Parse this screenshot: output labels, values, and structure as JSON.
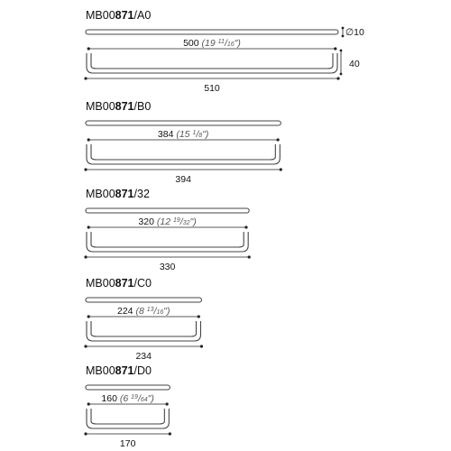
{
  "diagram": {
    "models": [
      {
        "code_prefix": "MB00",
        "code_bold": "871",
        "code_suffix": "/A0",
        "hole_mm": "500",
        "hole_in_whole": "19",
        "hole_in_num": "11",
        "hole_in_den": "16",
        "length_mm": "510",
        "length": 510,
        "side_labels": {
          "diameter": "∅10",
          "height": "40"
        }
      },
      {
        "code_prefix": "MB00",
        "code_bold": "871",
        "code_suffix": "/B0",
        "hole_mm": "384",
        "hole_in_whole": "15",
        "hole_in_num": "1",
        "hole_in_den": "8",
        "length_mm": "394",
        "length": 394
      },
      {
        "code_prefix": "MB00",
        "code_bold": "871",
        "code_suffix": "/32",
        "hole_mm": "320",
        "hole_in_whole": "12",
        "hole_in_num": "19",
        "hole_in_den": "32",
        "length_mm": "330",
        "length": 330
      },
      {
        "code_prefix": "MB00",
        "code_bold": "871",
        "code_suffix": "/C0",
        "hole_mm": "224",
        "hole_in_whole": "8",
        "hole_in_num": "13",
        "hole_in_den": "16",
        "length_mm": "234",
        "length": 234
      },
      {
        "code_prefix": "MB00",
        "code_bold": "871",
        "code_suffix": "/D0",
        "hole_mm": "160",
        "hole_in_whole": "6",
        "hole_in_num": "19",
        "hole_in_den": "64",
        "length_mm": "170",
        "length": 170
      }
    ]
  }
}
